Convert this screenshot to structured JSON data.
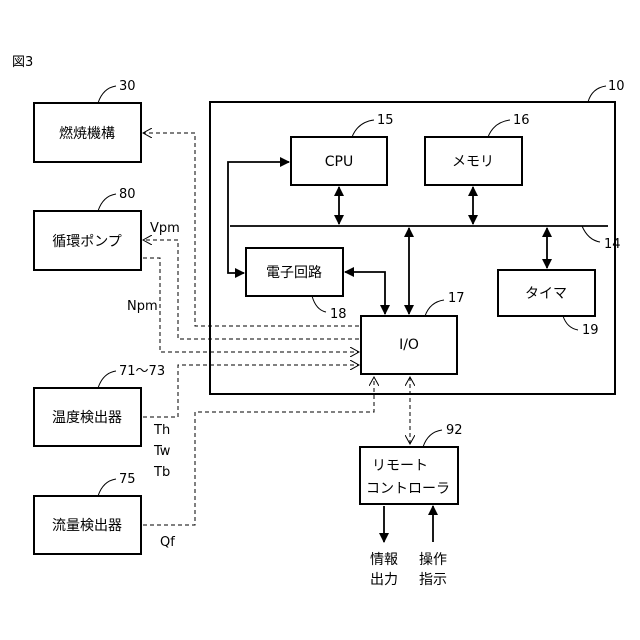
{
  "figure_label": "図3",
  "controller": {
    "ref": "10"
  },
  "cpu": {
    "label": "CPU",
    "ref": "15"
  },
  "memory": {
    "label": "メモリ",
    "ref": "16"
  },
  "bus": {
    "ref": "14"
  },
  "electronic_circuit": {
    "label": "電子回路",
    "ref": "18"
  },
  "io": {
    "label": "I/O",
    "ref": "17"
  },
  "timer": {
    "label": "タイマ",
    "ref": "19"
  },
  "combustion": {
    "label": "燃焼機構",
    "ref": "30"
  },
  "pump": {
    "label": "循環ポンプ",
    "ref": "80"
  },
  "temp_detector": {
    "label": "温度検出器",
    "ref": "71～73"
  },
  "flow_detector": {
    "label": "流量検出器",
    "ref": "75"
  },
  "remote": {
    "label_line1": "リモート",
    "label_line2": "コントローラ",
    "ref": "92"
  },
  "signals": {
    "vpm": "Vpm",
    "npm": "Npm",
    "th": "Th",
    "tw": "Tw",
    "tb": "Tb",
    "qf": "Qf"
  },
  "remote_io": {
    "out_line1": "情報",
    "out_line2": "出力",
    "in_line1": "操作",
    "in_line2": "指示"
  }
}
